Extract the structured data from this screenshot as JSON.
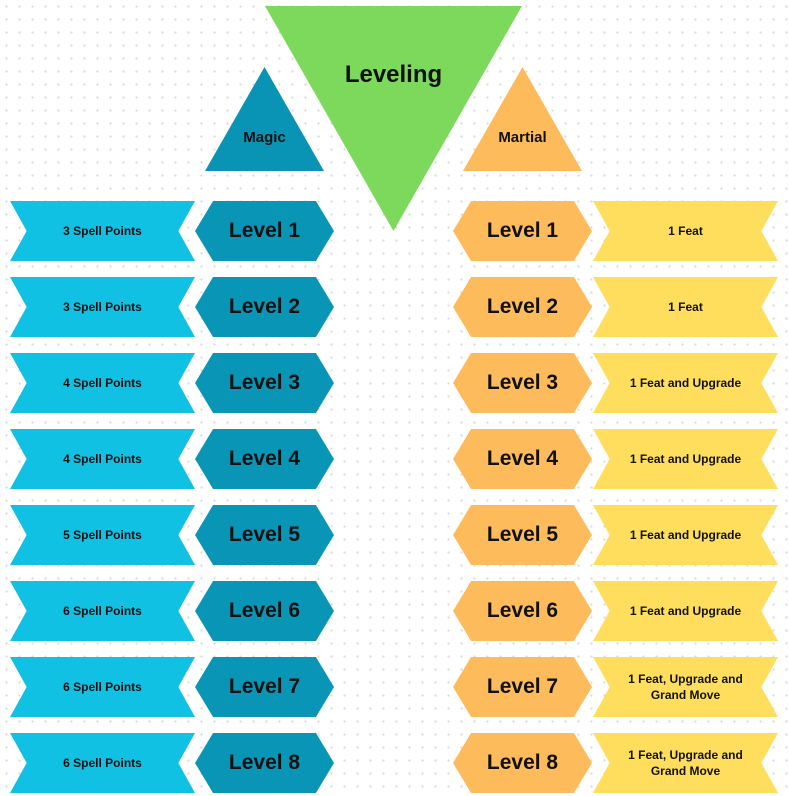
{
  "colors": {
    "leveling": "#7cd95b",
    "magic_header": "#0993b4",
    "magic_level": "#0996b6",
    "magic_reward": "#10c1e3",
    "martial_header": "#fdbb5b",
    "martial_level": "#fdbb5b",
    "martial_reward": "#fede5c"
  },
  "title": "Leveling",
  "magic": {
    "label": "Magic",
    "rows": [
      {
        "level": "Level 1",
        "reward": "3 Spell Points"
      },
      {
        "level": "Level 2",
        "reward": "3 Spell Points"
      },
      {
        "level": "Level 3",
        "reward": "4 Spell Points"
      },
      {
        "level": "Level 4",
        "reward": "4 Spell Points"
      },
      {
        "level": "Level 5",
        "reward": "5 Spell Points"
      },
      {
        "level": "Level 6",
        "reward": "6 Spell Points"
      },
      {
        "level": "Level 7",
        "reward": "6 Spell Points"
      },
      {
        "level": "Level 8",
        "reward": "6 Spell Points"
      }
    ]
  },
  "martial": {
    "label": "Martial",
    "rows": [
      {
        "level": "Level 1",
        "reward": "1 Feat"
      },
      {
        "level": "Level 2",
        "reward": "1 Feat"
      },
      {
        "level": "Level 3",
        "reward": "1 Feat and Upgrade"
      },
      {
        "level": "Level 4",
        "reward": "1 Feat and Upgrade"
      },
      {
        "level": "Level 5",
        "reward": "1 Feat and Upgrade"
      },
      {
        "level": "Level 6",
        "reward": "1 Feat and Upgrade"
      },
      {
        "level": "Level 7",
        "reward": "1 Feat, Upgrade and Grand Move"
      },
      {
        "level": "Level 8",
        "reward": "1 Feat, Upgrade and Grand Move"
      }
    ]
  }
}
